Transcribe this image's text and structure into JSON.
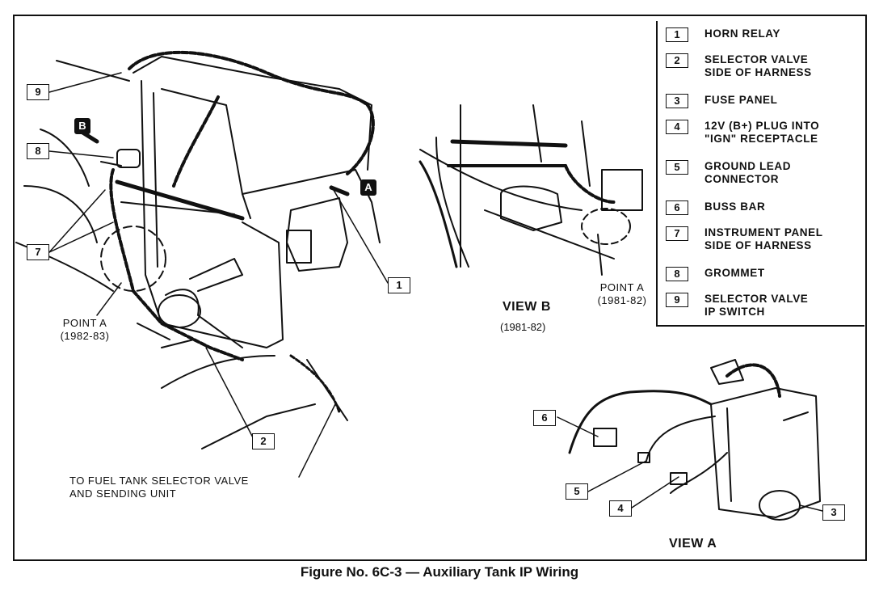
{
  "figure_caption": "Figure No. 6C-3 — Auxiliary Tank IP Wiring",
  "legend": [
    {
      "num": "1",
      "text": "HORN RELAY"
    },
    {
      "num": "2",
      "text": "SELECTOR VALVE\nSIDE OF HARNESS"
    },
    {
      "num": "3",
      "text": "FUSE PANEL"
    },
    {
      "num": "4",
      "text": "12V (B+) PLUG INTO\n\"IGN\" RECEPTACLE"
    },
    {
      "num": "5",
      "text": "GROUND LEAD\nCONNECTOR"
    },
    {
      "num": "6",
      "text": "BUSS BAR"
    },
    {
      "num": "7",
      "text": "INSTRUMENT PANEL\nSIDE OF HARNESS"
    },
    {
      "num": "8",
      "text": "GROMMET"
    },
    {
      "num": "9",
      "text": "SELECTOR VALVE\nIP SWITCH"
    }
  ],
  "callouts": {
    "c9": "9",
    "c8": "8",
    "c7": "7",
    "c1": "1",
    "c2": "2",
    "c6": "6",
    "c5": "5",
    "c4": "4",
    "c3": "3",
    "viewA_tag": "A",
    "viewB_tag": "B"
  },
  "labels": {
    "point_a_main": "POINT A\n(1982-83)",
    "point_a_view_b": "POINT A\n(1981-82)",
    "fuel_tank_note": "TO FUEL TANK SELECTOR VALVE\nAND SENDING UNIT",
    "view_b_title": "VIEW B",
    "view_b_sub": "(1981-82)",
    "view_a_title": "VIEW A"
  }
}
